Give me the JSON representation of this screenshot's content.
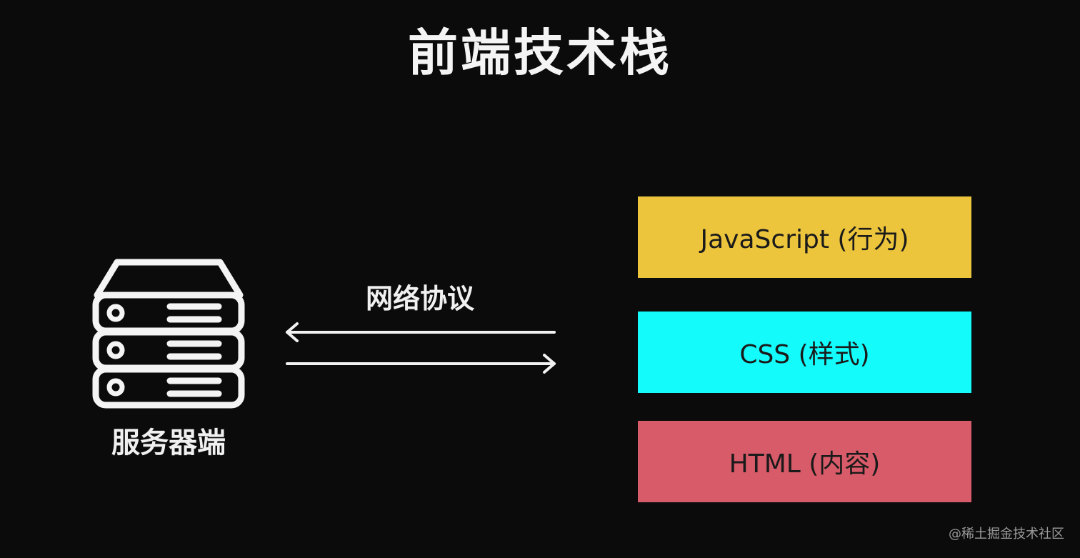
{
  "title": "前端技术栈",
  "server": {
    "icon": "server-icon",
    "label": "服务器端"
  },
  "protocol": {
    "label": "网络协议",
    "arrows": [
      "arrow-left-icon",
      "arrow-right-icon"
    ]
  },
  "layers": [
    {
      "label": "JavaScript (行为)",
      "color": "#ecc53d"
    },
    {
      "label": "CSS (样式)",
      "color": "#13fbfb"
    },
    {
      "label": "HTML (内容)",
      "color": "#d85b69"
    }
  ],
  "watermark": "@稀土掘金技术社区"
}
